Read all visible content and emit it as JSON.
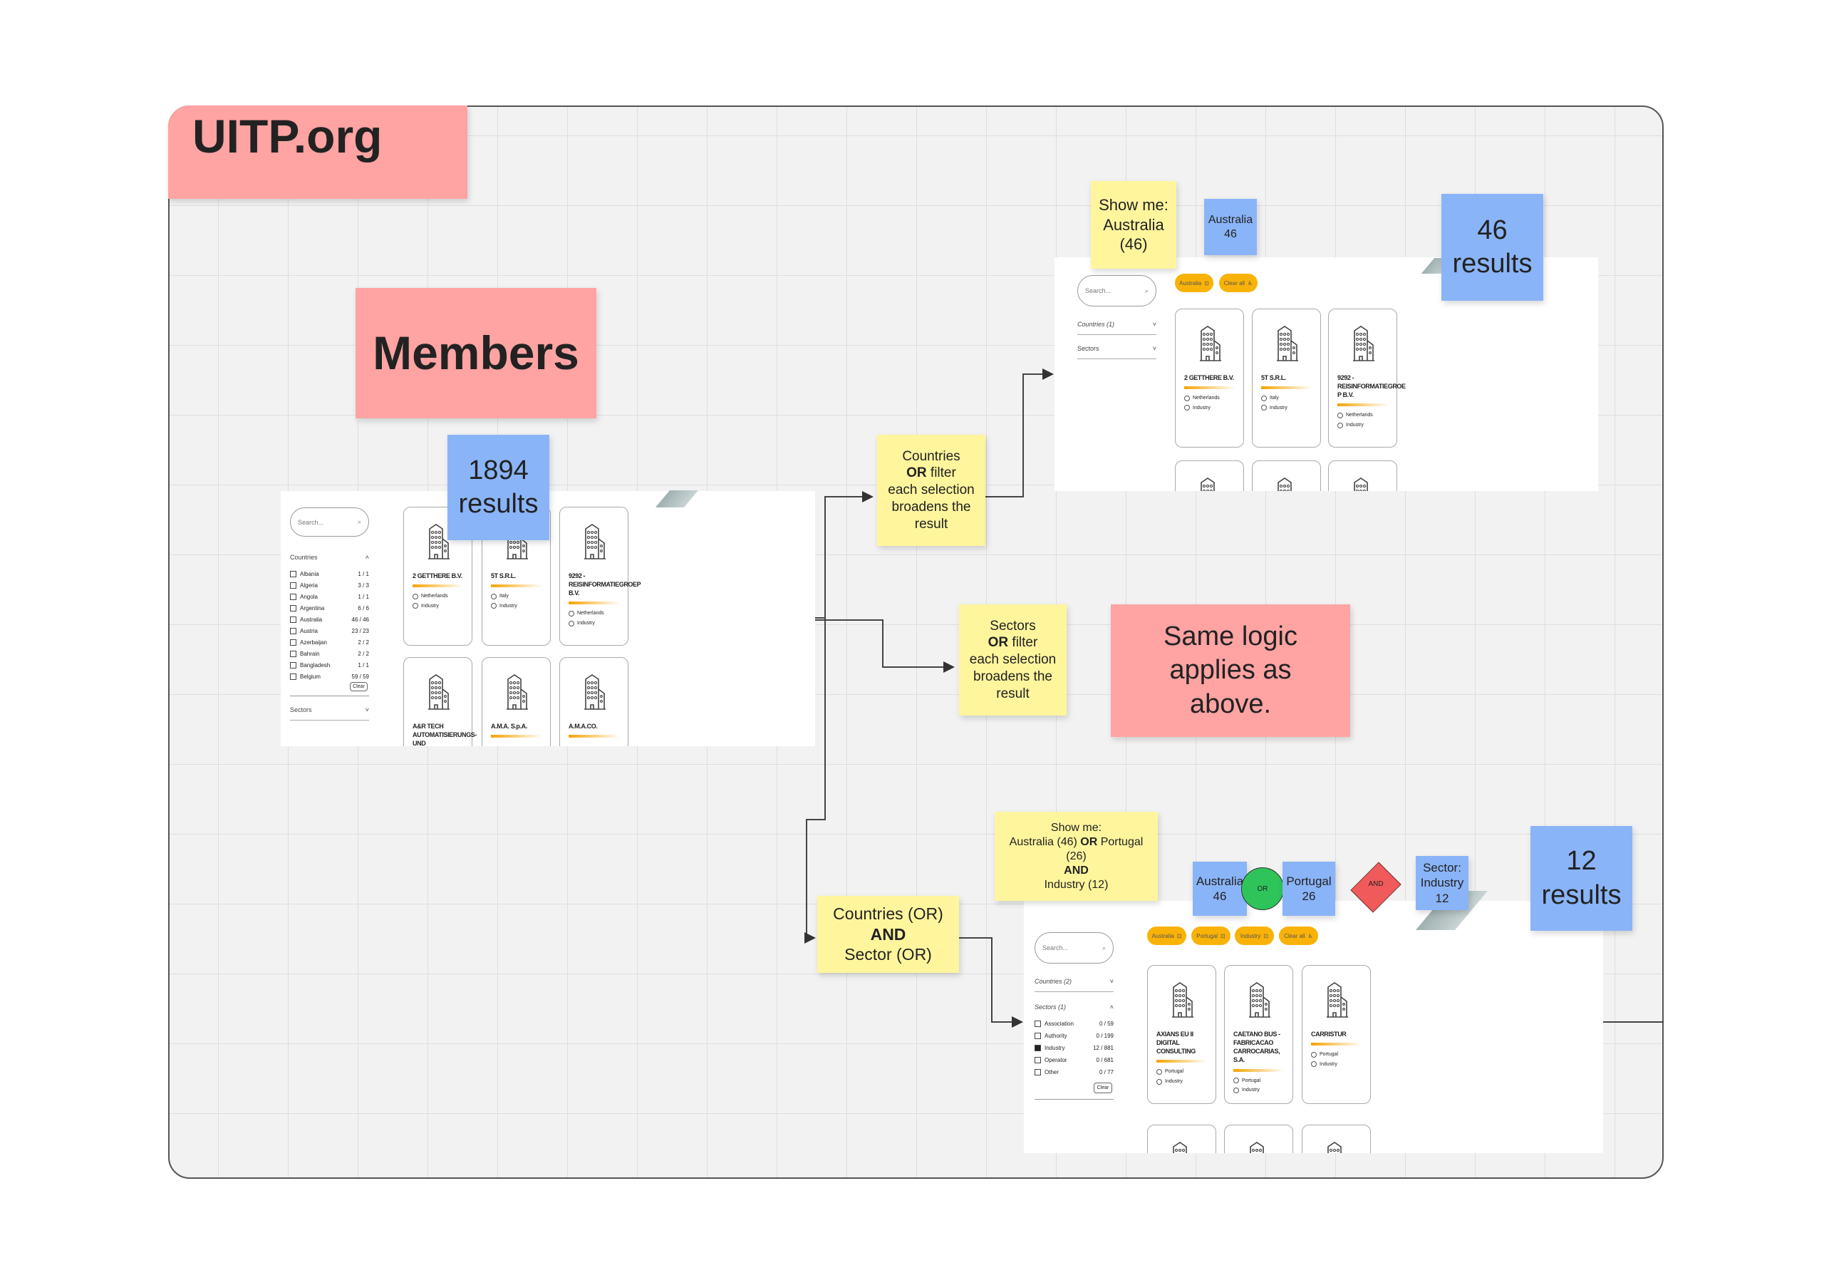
{
  "board": {
    "title": "UITP.org",
    "section": "Members"
  },
  "notes": {
    "total": {
      "count": "1894",
      "label": "results"
    },
    "countries_or": [
      "Countries",
      "OR filter",
      "each selection",
      "broadens the",
      "result"
    ],
    "sectors_or": [
      "Sectors",
      "OR filter",
      "each selection",
      "broadens the",
      "result"
    ],
    "same_logic": "Same logic applies as above.",
    "combined": [
      "Countries (OR)",
      "AND",
      "Sector (OR)"
    ],
    "show_aus": [
      "Show me:",
      "Australia",
      "(46)"
    ],
    "aus_tag": [
      "Australia",
      "46"
    ],
    "aus_results": {
      "count": "46",
      "label": "results"
    },
    "show_combo": {
      "line1": "Show me:",
      "line2a": "Australia (46) ",
      "line2b": "OR",
      "line2c": " Portugal",
      "line3": "(26)",
      "line4": "AND",
      "line5": "Industry (12)"
    },
    "combo_aus": [
      "Australia",
      "46"
    ],
    "or_label": "OR",
    "combo_pt": [
      "Portugal",
      "26"
    ],
    "and_label": "AND",
    "combo_sector": [
      "Sector:",
      "Industry",
      "12"
    ],
    "combo_results": {
      "count": "12",
      "label": "results"
    }
  },
  "colors": {
    "accent": "#f9b208",
    "sticky_yellow": "#fff59d",
    "sticky_blue": "#8ab4f8",
    "sticky_pink": "#ffa3a3",
    "or_green": "#2ec45a",
    "and_red": "#f05a5a"
  },
  "frame_all": {
    "search_placeholder": "Search...",
    "countries_label": "Countries",
    "sectors_label": "Sectors",
    "clear": "Clear",
    "countries": [
      {
        "n": "Albania",
        "c": "1 / 1"
      },
      {
        "n": "Algeria",
        "c": "3 / 3"
      },
      {
        "n": "Angola",
        "c": "1 / 1"
      },
      {
        "n": "Argentina",
        "c": "6 / 6"
      },
      {
        "n": "Australia",
        "c": "46 / 46"
      },
      {
        "n": "Austria",
        "c": "23 / 23"
      },
      {
        "n": "Azerbaijan",
        "c": "2 / 2"
      },
      {
        "n": "Bahrain",
        "c": "2 / 2"
      },
      {
        "n": "Bangladesh",
        "c": "1 / 1"
      },
      {
        "n": "Belgium",
        "c": "59 / 59"
      }
    ],
    "cards": [
      {
        "name": "2 GETTHERE B.V.",
        "country": "Netherlands",
        "sector": "Industry"
      },
      {
        "name": "5T S.R.L.",
        "country": "Italy",
        "sector": "Industry"
      },
      {
        "name": "9292 - REISINFORMATIEGROEP B.V.",
        "country": "Netherlands",
        "sector": "Industry"
      },
      {
        "name": "A&R TECH AUTOMATISIERUNGS-UND",
        "country": "",
        "sector": ""
      },
      {
        "name": "A.M.A. S.p.A.",
        "country": "",
        "sector": ""
      },
      {
        "name": "A.M.A.CO.",
        "country": "",
        "sector": ""
      }
    ]
  },
  "frame_aus": {
    "search_placeholder": "Search...",
    "countries_label": "Countries (1)",
    "sectors_label": "Sectors",
    "chips": [
      "Australia",
      "Clear all"
    ],
    "cards": [
      {
        "name": "2 GETTHERE B.V.",
        "country": "Netherlands",
        "sector": "Industry"
      },
      {
        "name": "5T S.R.L.",
        "country": "Italy",
        "sector": "Industry"
      },
      {
        "name": "9292 - REISINFORMATIEGROE P B.V.",
        "country": "Netherlands",
        "sector": "Industry"
      }
    ]
  },
  "frame_combo": {
    "search_placeholder": "Search...",
    "countries_label": "Countries (2)",
    "sectors_label": "Sectors (1)",
    "clear": "Clear",
    "sectors": [
      {
        "n": "Association",
        "c": "0 / 59",
        "on": false
      },
      {
        "n": "Authority",
        "c": "0 / 199",
        "on": false
      },
      {
        "n": "Industry",
        "c": "12 / 881",
        "on": true
      },
      {
        "n": "Operator",
        "c": "0 / 681",
        "on": false
      },
      {
        "n": "Other",
        "c": "0 / 77",
        "on": false
      }
    ],
    "chips": [
      "Australia",
      "Portugal",
      "Industry",
      "Clear all"
    ],
    "cards": [
      {
        "name": "AXIANS EU II DIGITAL CONSULTING",
        "country": "Portugal",
        "sector": "Industry"
      },
      {
        "name": "CAETANO BUS - FABRICACAO CARROCARIAS, S.A.",
        "country": "Portugal",
        "sector": "Industry"
      },
      {
        "name": "CARRISTUR",
        "country": "Portugal",
        "sector": "Industry"
      }
    ]
  }
}
